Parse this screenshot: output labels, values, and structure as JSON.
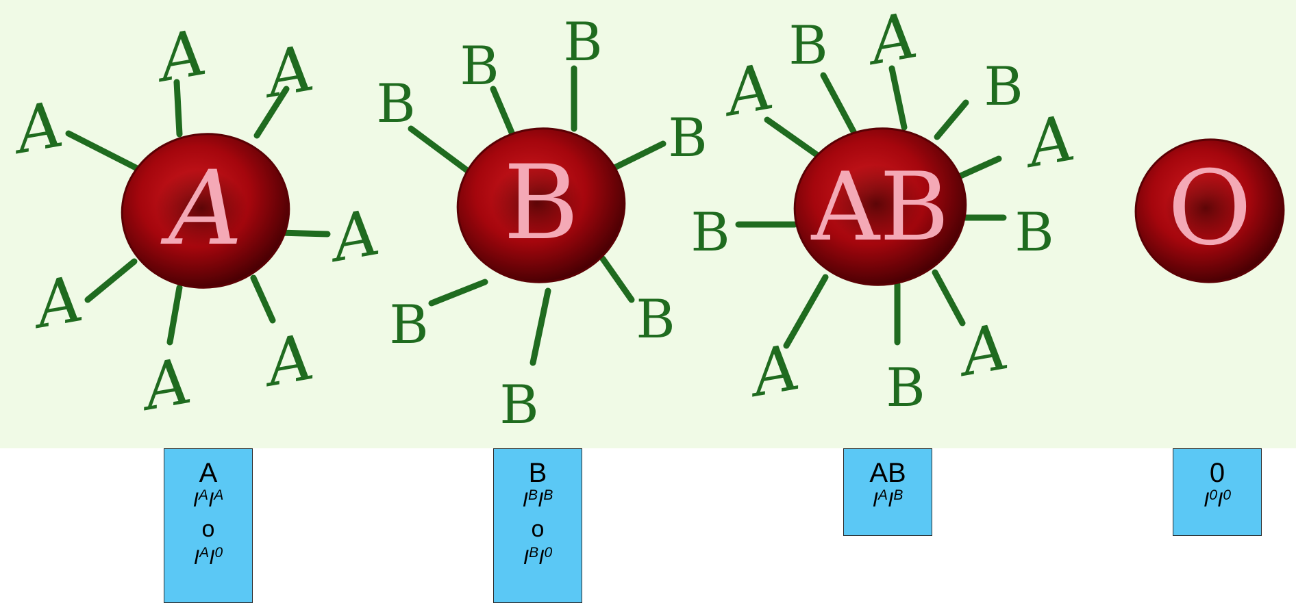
{
  "panel": {
    "background": "#f0fae6",
    "cell_color": "#a5060d",
    "antigen_color": "#1f6b1f",
    "cell_letter_color": "#f4a9b6"
  },
  "cells": [
    {
      "label": "A",
      "antigen_marker": "A"
    },
    {
      "label": "B",
      "antigen_marker": "B"
    },
    {
      "label": "AB",
      "antigen_markers": [
        "A",
        "B"
      ]
    },
    {
      "label": "O"
    }
  ],
  "boxes": [
    {
      "type": "A",
      "genotypes": [
        {
          "sup1": "A",
          "sup2": "A"
        },
        {
          "sup1": "A",
          "sup2": "0"
        }
      ],
      "or": "o"
    },
    {
      "type": "B",
      "genotypes": [
        {
          "sup1": "B",
          "sup2": "B"
        },
        {
          "sup1": "B",
          "sup2": "0"
        }
      ],
      "or": "o"
    },
    {
      "type": "AB",
      "genotypes": [
        {
          "sup1": "A",
          "sup2": "B"
        }
      ]
    },
    {
      "type": "0",
      "genotypes": [
        {
          "sup1": "0",
          "sup2": "0"
        }
      ]
    }
  ],
  "allele_letter": "I",
  "box_color": "#5bc8f5"
}
